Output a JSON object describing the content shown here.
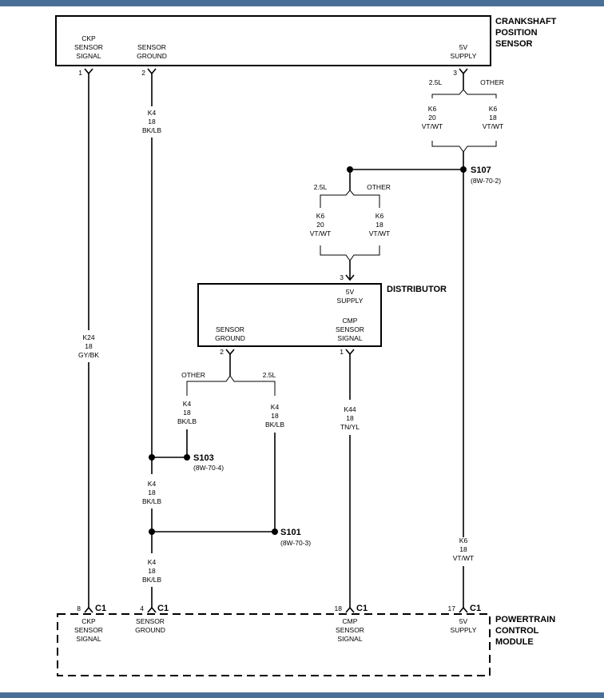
{
  "components": {
    "crankshaft_sensor": {
      "title": [
        "CRANKSHAFT",
        "POSITION",
        "SENSOR"
      ],
      "pins": [
        {
          "num": "1",
          "label": [
            "CKP",
            "SENSOR",
            "SIGNAL"
          ]
        },
        {
          "num": "2",
          "label": [
            "SENSOR",
            "GROUND"
          ]
        },
        {
          "num": "3",
          "label": [
            "5V",
            "SUPPLY"
          ]
        }
      ]
    },
    "distributor": {
      "title": "DISTRIBUTOR",
      "pins": [
        {
          "num": "3",
          "label": [
            "5V",
            "SUPPLY"
          ]
        },
        {
          "num": "2",
          "label": [
            "SENSOR",
            "GROUND"
          ]
        },
        {
          "num": "1",
          "label": [
            "CMP",
            "SENSOR",
            "SIGNAL"
          ]
        }
      ]
    },
    "pcm": {
      "title": [
        "POWERTRAIN",
        "CONTROL",
        "MODULE"
      ],
      "connector": "C1",
      "pins": [
        {
          "num": "8",
          "label": [
            "CKP",
            "SENSOR",
            "SIGNAL"
          ]
        },
        {
          "num": "4",
          "label": [
            "SENSOR",
            "GROUND"
          ]
        },
        {
          "num": "18",
          "label": [
            "CMP",
            "SENSOR",
            "SIGNAL"
          ]
        },
        {
          "num": "17",
          "label": [
            "5V",
            "SUPPLY"
          ]
        }
      ]
    }
  },
  "wires": {
    "k24": [
      "K24",
      "18",
      "GY/BK"
    ],
    "k4": [
      "K4",
      "18",
      "BK/LB"
    ],
    "k6_20": [
      "K6",
      "20",
      "VT/WT"
    ],
    "k6_18": [
      "K6",
      "18",
      "VT/WT"
    ],
    "k44": [
      "K44",
      "18",
      "TN/YL"
    ]
  },
  "options": {
    "engine_25": "2.5L",
    "other": "OTHER"
  },
  "splices": {
    "s107": {
      "id": "S107",
      "ref": "(8W-70-2)"
    },
    "s103": {
      "id": "S103",
      "ref": "(8W-70-4)"
    },
    "s101": {
      "id": "S101",
      "ref": "(8W-70-3)"
    }
  }
}
